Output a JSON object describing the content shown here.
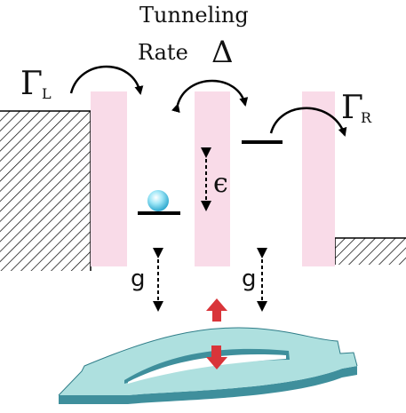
{
  "labels": {
    "tunneling_line1": "Tunneling",
    "tunneling_line2": "Rate",
    "delta": "Δ",
    "gamma_left": "Γ",
    "gamma_left_sub": "L",
    "gamma_right": "Γ",
    "gamma_right_sub": "R",
    "epsilon": "ϵ",
    "coupling_left": "g",
    "coupling_right": "g"
  },
  "colors": {
    "barrier": "#f9dbe8",
    "level": "#000000",
    "electron": "#6fd6f0",
    "beam_top": "#aee0df",
    "beam_side": "#3f8f9c",
    "motion_arrow": "#d9353a"
  }
}
